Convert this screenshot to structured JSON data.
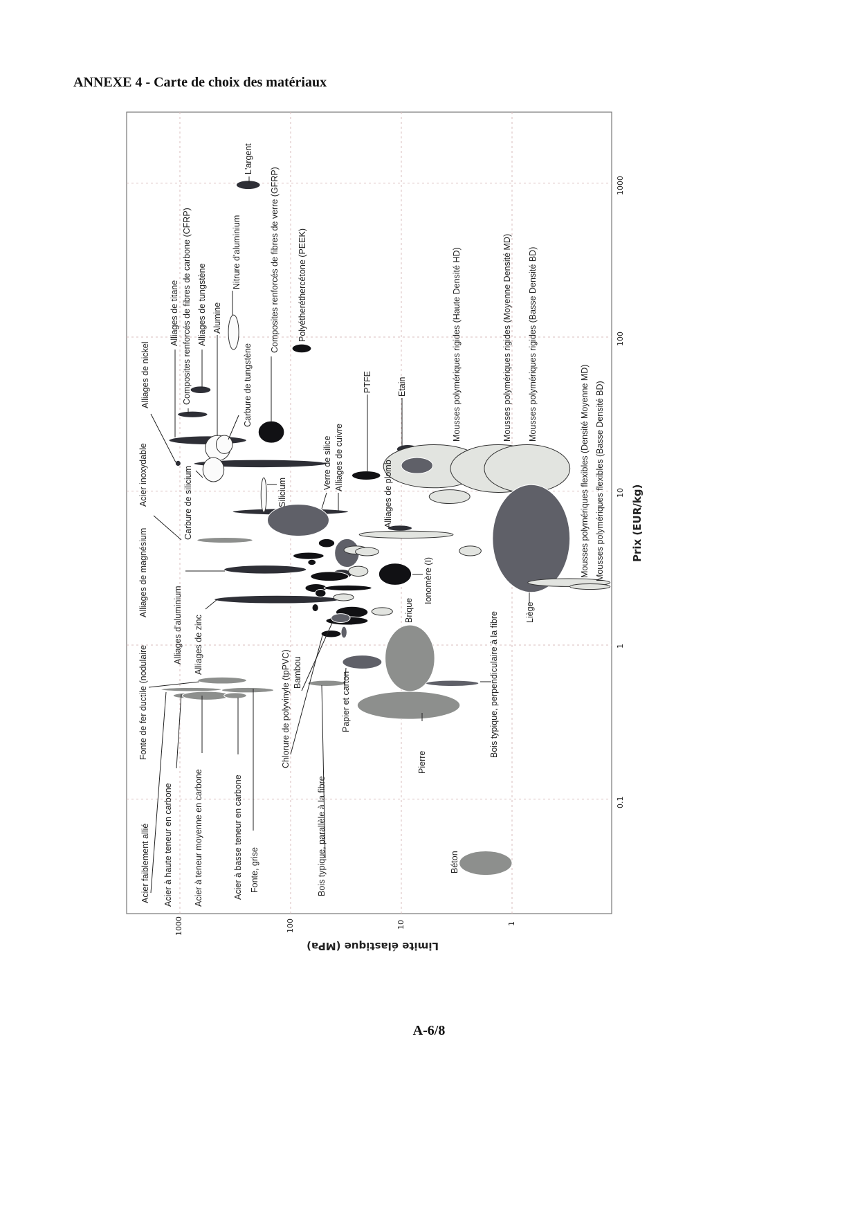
{
  "page": {
    "title": "ANNEXE 4 - Carte de choix des matériaux",
    "footer": "A-6/8"
  },
  "chart_data": {
    "type": "bubble-map",
    "xlabel": "Prix (EUR/kg)",
    "ylabel": "Limite élastique (MPa)",
    "x_scale": "log",
    "y_scale": "log",
    "x_ticks": [
      "0.1",
      "1",
      "10",
      "100",
      "1000"
    ],
    "y_ticks": [
      "1000",
      "100",
      "10",
      "1"
    ],
    "xlim": [
      0.02,
      3000
    ],
    "ylim": [
      0.12,
      2500
    ],
    "grid": true,
    "colors": {
      "black": "#111114",
      "dark": "#2e2f36",
      "darkgrey": "#5f6068",
      "grey": "#8d8f8d",
      "light": "#e2e4e0",
      "white": "#fbfbfb"
    },
    "materials": [
      {
        "id": "argent",
        "price": [
          910,
          1040
        ],
        "yield": [
          188,
          310
        ],
        "color": "dark"
      },
      {
        "id": "peek",
        "price": [
          79,
          90
        ],
        "yield": [
          65,
          97
        ],
        "color": "black"
      },
      {
        "id": "nitrure-alu",
        "price": [
          83,
          139
        ],
        "yield": [
          294,
          365
        ],
        "color": "white"
      },
      {
        "id": "tungstene",
        "price": [
          43,
          48
        ],
        "yield": [
          525,
          805
        ],
        "color": "dark"
      },
      {
        "id": "cfrp",
        "price": [
          30,
          33
        ],
        "yield": [
          562,
          1050
        ],
        "color": "dark"
      },
      {
        "id": "gfrp",
        "price": [
          20.5,
          28.5
        ],
        "yield": [
          114,
          196
        ],
        "color": "black"
      },
      {
        "id": "titane",
        "price": [
          20,
          22.8
        ],
        "yield": [
          250,
          1260
        ],
        "color": "dark"
      },
      {
        "id": "alumine",
        "price": [
          15.8,
          23
        ],
        "yield": [
          350,
          590
        ],
        "color": "white"
      },
      {
        "id": "carbure-tungstene",
        "price": [
          17.5,
          23
        ],
        "yield": [
          335,
          470
        ],
        "color": "white"
      },
      {
        "id": "acier-inox",
        "price": [
          14.2,
          16
        ],
        "yield": [
          47,
          750
        ],
        "color": "dark"
      },
      {
        "id": "nickel",
        "price": [
          14.5,
          15.8
        ],
        "yield": [
          980,
          1100
        ],
        "color": "dark"
      },
      {
        "id": "carbure-silicium",
        "price": [
          11.5,
          16.5
        ],
        "yield": [
          400,
          620
        ],
        "color": "white"
      },
      {
        "id": "cuivre",
        "price": [
          7,
          7.7
        ],
        "yield": [
          30,
          335
        ],
        "color": "dark"
      },
      {
        "id": "verre-silice",
        "price": [
          5.1,
          8.2
        ],
        "yield": [
          45,
          162
        ],
        "color": "darkgrey"
      },
      {
        "id": "silicium",
        "price": [
          7.3,
          12.2
        ],
        "yield": [
          165,
          185
        ],
        "color": "white"
      },
      {
        "id": "magnesium",
        "price": [
          4.6,
          5
        ],
        "yield": [
          220,
          700
        ],
        "color": "grey"
      },
      {
        "id": "aluminium",
        "price": [
          2.9,
          3.3
        ],
        "yield": [
          72,
          400
        ],
        "color": "dark"
      },
      {
        "id": "zinc",
        "price": [
          1.86,
          2.1
        ],
        "yield": [
          36,
          490
        ],
        "color": "dark"
      },
      {
        "id": "plomb",
        "price": [
          5.5,
          6
        ],
        "yield": [
          8,
          13.3
        ],
        "color": "dark"
      },
      {
        "id": "polymere-light-long",
        "price": [
          4.95,
          5.5
        ],
        "yield": [
          3.4,
          24
        ],
        "color": "light"
      },
      {
        "id": "ptfe",
        "price": [
          11.8,
          13.5
        ],
        "yield": [
          15.4,
          28
        ],
        "color": "black"
      },
      {
        "id": "etain",
        "price": [
          17.5,
          20
        ],
        "yield": [
          7,
          11
        ],
        "color": "dark"
      },
      {
        "id": "mousse-rigide-hd",
        "price": [
          10.5,
          20
        ],
        "yield": [
          1.78,
          14.5
        ],
        "color": "light"
      },
      {
        "id": "mousse-rigide-md",
        "price": [
          9.8,
          20
        ],
        "yield": [
          0.49,
          3.6
        ],
        "color": "light"
      },
      {
        "id": "mousse-rigide-bd",
        "price": [
          9.8,
          20
        ],
        "yield": [
          0.3,
          1.78
        ],
        "color": "light"
      },
      {
        "id": "mousse-inner",
        "price": [
          13,
          16.5
        ],
        "yield": [
          5.2,
          10
        ],
        "color": "darkgrey"
      },
      {
        "id": "mousse-light-1",
        "price": [
          8.3,
          10.2
        ],
        "yield": [
          2.4,
          5.6
        ],
        "color": "light"
      },
      {
        "id": "mousse-light-2",
        "price": [
          3.8,
          4.4
        ],
        "yield": [
          1.9,
          3
        ],
        "color": "light"
      },
      {
        "id": "liege",
        "price": [
          2.2,
          11
        ],
        "yield": [
          0.3,
          1.5
        ],
        "color": "darkgrey"
      },
      {
        "id": "mousse-flex-md",
        "price": [
          2.4,
          2.7
        ],
        "yield": [
          0.13,
          0.72
        ],
        "color": "light"
      },
      {
        "id": "mousse-flex-bd",
        "price": [
          2.3,
          2.5
        ],
        "yield": [
          0.13,
          0.3
        ],
        "color": "light"
      },
      {
        "id": "ionomere",
        "price": [
          2.45,
          3.4
        ],
        "yield": [
          8.1,
          16
        ],
        "color": "black"
      },
      {
        "id": "brique",
        "price": [
          0.5,
          1.35
        ],
        "yield": [
          5,
          14
        ],
        "color": "grey"
      },
      {
        "id": "pierre",
        "price": [
          0.33,
          0.5
        ],
        "yield": [
          2.95,
          25
        ],
        "color": "grey"
      },
      {
        "id": "bois-perpendiculaire",
        "price": [
          0.54,
          0.59
        ],
        "yield": [
          2,
          6
        ],
        "color": "darkgrey"
      },
      {
        "id": "papier-carton",
        "price": [
          0.7,
          0.86
        ],
        "yield": [
          15,
          34
        ],
        "color": "darkgrey"
      },
      {
        "id": "bois-parallele",
        "price": [
          0.54,
          0.59
        ],
        "yield": [
          32,
          70
        ],
        "color": "grey"
      },
      {
        "id": "beton",
        "price": [
          0.032,
          0.046
        ],
        "yield": [
          1,
          3
        ],
        "color": "grey"
      },
      {
        "id": "polymere-light-3",
        "price": [
          1.56,
          1.75
        ],
        "yield": [
          12,
          18.5
        ],
        "color": "light"
      },
      {
        "id": "fonte-ductile",
        "price": [
          0.56,
          0.62
        ],
        "yield": [
          250,
          690
        ],
        "color": "grey"
      },
      {
        "id": "acier-faiblement-allie",
        "price": [
          0.5,
          0.53
        ],
        "yield": [
          420,
          1480
        ],
        "color": "grey"
      },
      {
        "id": "fonte-grise",
        "price": [
          0.49,
          0.53
        ],
        "yield": [
          142,
          420
        ],
        "color": "grey"
      },
      {
        "id": "acier-haute-carbone",
        "price": [
          0.45,
          0.49
        ],
        "yield": [
          560,
          1150
        ],
        "color": "grey"
      },
      {
        "id": "acier-moyenne-carbone",
        "price": [
          0.44,
          0.5
        ],
        "yield": [
          350,
          950
        ],
        "color": "grey"
      },
      {
        "id": "acier-basse-carbone",
        "price": [
          0.45,
          0.49
        ],
        "yield": [
          250,
          400
        ],
        "color": "grey"
      },
      {
        "id": "polymere-1",
        "price": [
          4.3,
          4.9
        ],
        "yield": [
          40,
          56
        ],
        "color": "black"
      },
      {
        "id": "polymere-2",
        "price": [
          3.2,
          4.9
        ],
        "yield": [
          24,
          40
        ],
        "color": "darkgrey"
      },
      {
        "id": "polymere-3",
        "price": [
          3.9,
          4.4
        ],
        "yield": [
          20,
          33
        ],
        "color": "light"
      },
      {
        "id": "polymere-4",
        "price": [
          3.8,
          4.3
        ],
        "yield": [
          16,
          26
        ],
        "color": "light"
      },
      {
        "id": "polymere-5",
        "price": [
          3.6,
          4.0
        ],
        "yield": [
          50,
          95
        ],
        "color": "black"
      },
      {
        "id": "polymere-6",
        "price": [
          3.3,
          3.6
        ],
        "yield": [
          59,
          70
        ],
        "color": "black"
      },
      {
        "id": "polymere-7",
        "price": [
          2.7,
          3.1
        ],
        "yield": [
          28,
          42
        ],
        "color": "dark"
      },
      {
        "id": "polymere-8",
        "price": [
          2.8,
          3.25
        ],
        "yield": [
          20,
          30
        ],
        "color": "light"
      },
      {
        "id": "polymere-9",
        "price": [
          2.6,
          3.0
        ],
        "yield": [
          30,
          66
        ],
        "color": "black"
      },
      {
        "id": "polymere-10",
        "price": [
          2.2,
          2.5
        ],
        "yield": [
          47,
          74
        ],
        "color": "black"
      },
      {
        "id": "polymere-11",
        "price": [
          2.25,
          2.45
        ],
        "yield": [
          18.5,
          50
        ],
        "color": "black"
      },
      {
        "id": "polymere-12",
        "price": [
          2.05,
          2.3
        ],
        "yield": [
          48,
          60
        ],
        "color": "black"
      },
      {
        "id": "polymere-13",
        "price": [
          1.94,
          2.15
        ],
        "yield": [
          27,
          41
        ],
        "color": "light"
      },
      {
        "id": "polymere-14",
        "price": [
          1.65,
          1.85
        ],
        "yield": [
          56,
          64
        ],
        "color": "black"
      },
      {
        "id": "polymere-15",
        "price": [
          1.5,
          1.78
        ],
        "yield": [
          20,
          39
        ],
        "color": "black"
      },
      {
        "id": "polymere-16",
        "price": [
          1.35,
          1.53
        ],
        "yield": [
          20,
          48
        ],
        "color": "black"
      },
      {
        "id": "pvc",
        "price": [
          1.4,
          1.6
        ],
        "yield": [
          29,
          43
        ],
        "color": "darkgrey"
      },
      {
        "id": "bambou",
        "price": [
          1.12,
          1.25
        ],
        "yield": [
          35,
          53
        ],
        "color": "black"
      },
      {
        "id": "polymere-17",
        "price": [
          1.11,
          1.32
        ],
        "yield": [
          31,
          35
        ],
        "color": "darkgrey"
      }
    ],
    "labels": [
      "Acier faiblement allié",
      "Acier à haute teneur en carbone",
      "Acier à teneur moyenne en carbone",
      "Acier à basse teneur en carbone",
      "Fonte, grise",
      "Fonte de fer ductile (nodulaire",
      "Alliages de magnésium",
      "Acier inoxydable",
      "Alliages de nickel",
      "Alliages d'aluminium",
      "Alliages de zinc",
      "Carbure de silicium",
      "Alliages de titane",
      "Composites renforcés de fibres de carbone (CFRP)",
      "Alliages de tungstène",
      "Alumine",
      "Nitrure d'aluminium",
      "Carbure de tungstène",
      "Composites renforcés de fibres de verre (GFRP)",
      "L'argent",
      "Polyétheréthercétone (PEEK)",
      "Silicium",
      "Verre de silice",
      "Alliages de cuivre",
      "PTFE",
      "Etain",
      "Alliages de plomb",
      "Ionomère (I)",
      "Brique",
      "Chlorure de polyvinyle (tpPVC)",
      "Bambou",
      "Bois typique, parallèle à la fibre",
      "Papier et carton",
      "Pierre",
      "Bois typique, perpendiculaire à la fibre",
      "Liège",
      "Béton",
      "Mousses polymériques rigides (Haute Densité HD)",
      "Mousses polymériques rigides (Moyenne Densité MD)",
      "Mousses polymériques rigides (Basse Densité BD)",
      "Mousses polymériques flexibles (Densité Moyenne MD)",
      "Mousses polymériques flexibles (Basse Densité BD)"
    ]
  }
}
